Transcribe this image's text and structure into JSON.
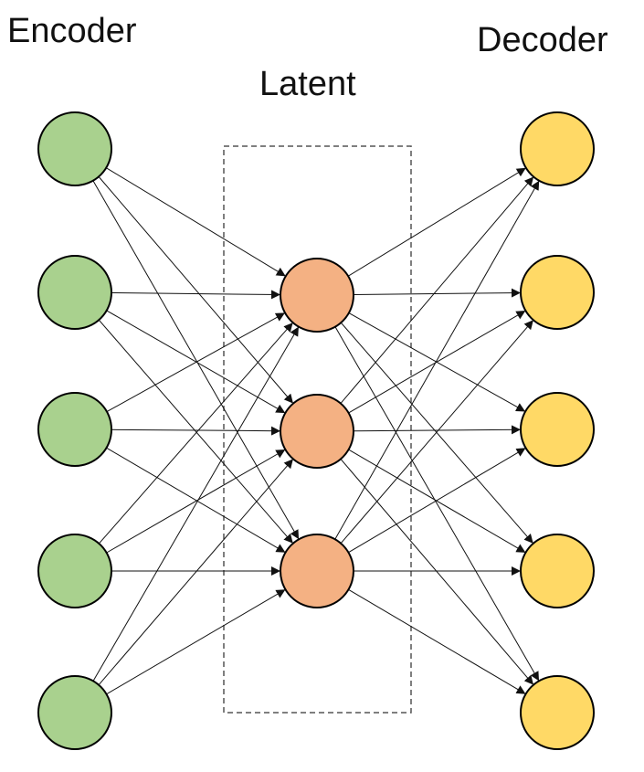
{
  "labels": {
    "encoder": "Encoder",
    "latent": "Latent",
    "decoder": "Decoder"
  },
  "layers": [
    {
      "name": "encoder",
      "nodes": 5,
      "fill": "#a9d18e"
    },
    {
      "name": "latent",
      "nodes": 3,
      "fill": "#f4b183"
    },
    {
      "name": "decoder",
      "nodes": 5,
      "fill": "#ffd966"
    }
  ],
  "colors": {
    "stroke": "#000000",
    "edge": "#111111",
    "box": "#555555"
  },
  "connectivity": "fully-connected"
}
